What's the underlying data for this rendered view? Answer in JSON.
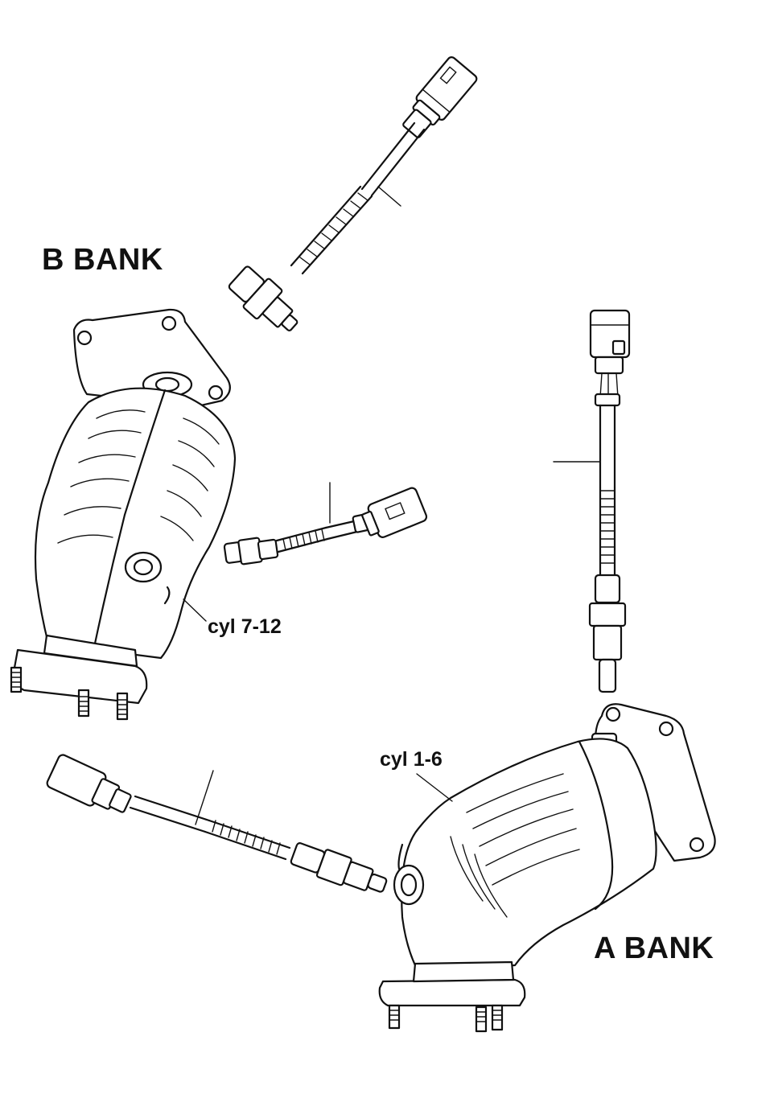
{
  "labels": {
    "b_bank": "B BANK",
    "a_bank": "A BANK",
    "cyl_b": "cyl 7-12",
    "cyl_a": "cyl 1-6"
  },
  "colors": {
    "line": "#111111",
    "background": "#ffffff"
  },
  "icons": [
    "oxygen-sensor-upper-b",
    "catalytic-converter-b",
    "oxygen-sensor-mid-b",
    "oxygen-sensor-vertical-a",
    "oxygen-sensor-lower-a",
    "catalytic-converter-a"
  ]
}
